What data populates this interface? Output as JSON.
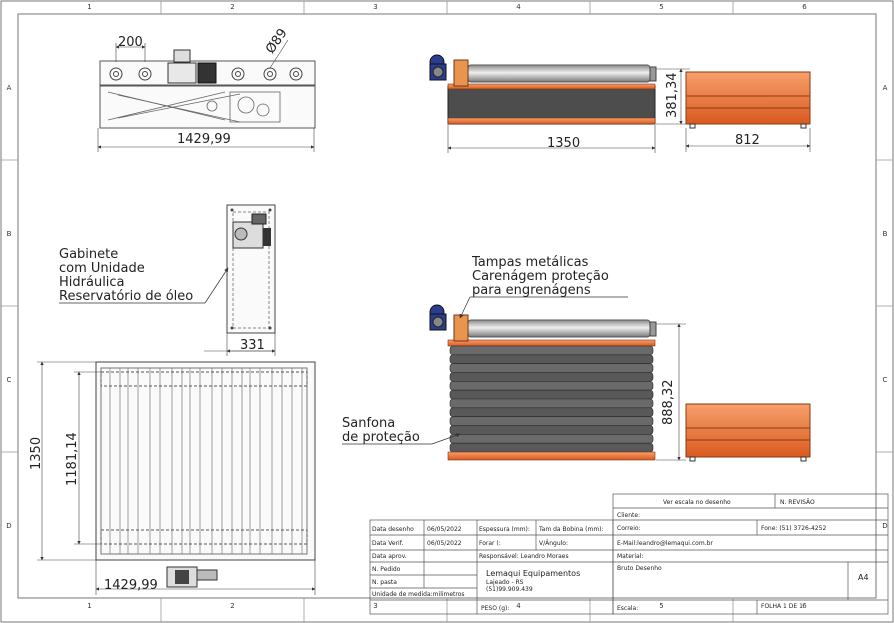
{
  "zones": {
    "columns": [
      "1",
      "2",
      "3",
      "4",
      "5",
      "6"
    ],
    "rows": [
      "A",
      "B",
      "C",
      "D"
    ]
  },
  "dimensions": {
    "top_pitch": "200",
    "top_diameter": "Ø89",
    "top_length": "1429,99",
    "side_height": "381,34",
    "side_length": "1350",
    "end_width": "812",
    "cabinet_width": "331",
    "plan_length": "1350",
    "plan_inner": "1181,14",
    "plan_width": "1429,99",
    "lift_height": "888,32"
  },
  "notes": {
    "cabinet": [
      "Gabinete",
      "com Unidade",
      "Hidráulica",
      "Reservatório de óleo"
    ],
    "covers": [
      "Tampas metálicas",
      "Carenágem proteção",
      "para engrenágens"
    ],
    "bellows": [
      "Sanfona",
      "de proteção"
    ]
  },
  "title_block": {
    "see_scale": "Ver escala no desenho",
    "rev_label": "N. REVISÃO",
    "client": "Cliente:",
    "email_label": "Correio:",
    "phone": "Fone: (51) 3726-4252",
    "thickness": "Espessura (mm):",
    "coil_size": "Tam da Bobina (mm):",
    "drawn_date_label": "Data desenho",
    "drawn_date": "06/05/2022",
    "verif_date_label": "Data Verif.",
    "verif_date": "06/05/2022",
    "approved_label": "Data aprov.",
    "order_label": "N. Pedido",
    "folder_label": "N. pasta",
    "unit_label": "Unidade de medida:milimetros",
    "form": "Forar (:",
    "voltage": "V/Ângulo:",
    "responsible": "Responsável: Leandro Moraes",
    "company": "Lemaqui Equipamentos",
    "city": "Lajeado - RS",
    "company_phone": "(51)99.909.439",
    "email": "E-Mail:leandro@lemaqui.com.br",
    "material": "Material:",
    "gross": "Bruto Desenho",
    "size": "A4",
    "weight": "PESO (g):",
    "scale": "Escala:",
    "sheet": "FOLHA 1 DE 1"
  },
  "colors": {
    "orange": "#e2672c",
    "orange_light": "#f28a55",
    "dark_body": "#4d4d4d",
    "bellows": "#595959",
    "motor_blue": "#2a3d8f",
    "roller": "#c9c9c9",
    "line": "#555555"
  }
}
